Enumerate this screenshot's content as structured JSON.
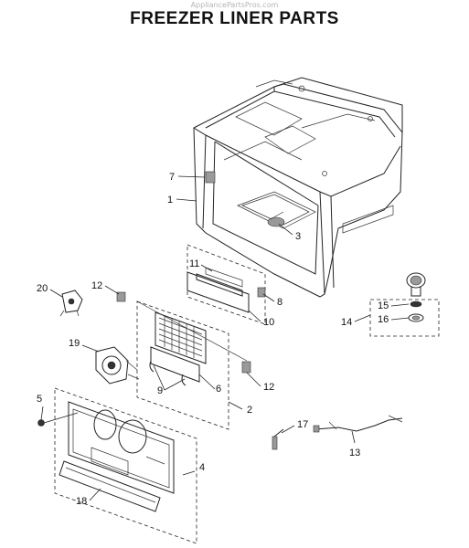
{
  "watermark": "AppliancePartsPros.com",
  "title": "FREEZER LINER PARTS",
  "callouts": {
    "c1": "1",
    "c2": "2",
    "c3": "3",
    "c4": "4",
    "c5": "5",
    "c6": "6",
    "c7": "7",
    "c8": "8",
    "c9": "9",
    "c10": "10",
    "c11": "11",
    "c12a": "12",
    "c12b": "12",
    "c13": "13",
    "c14": "14",
    "c15": "15",
    "c16": "16",
    "c17": "17",
    "c18": "18",
    "c19": "19",
    "c20": "20"
  }
}
